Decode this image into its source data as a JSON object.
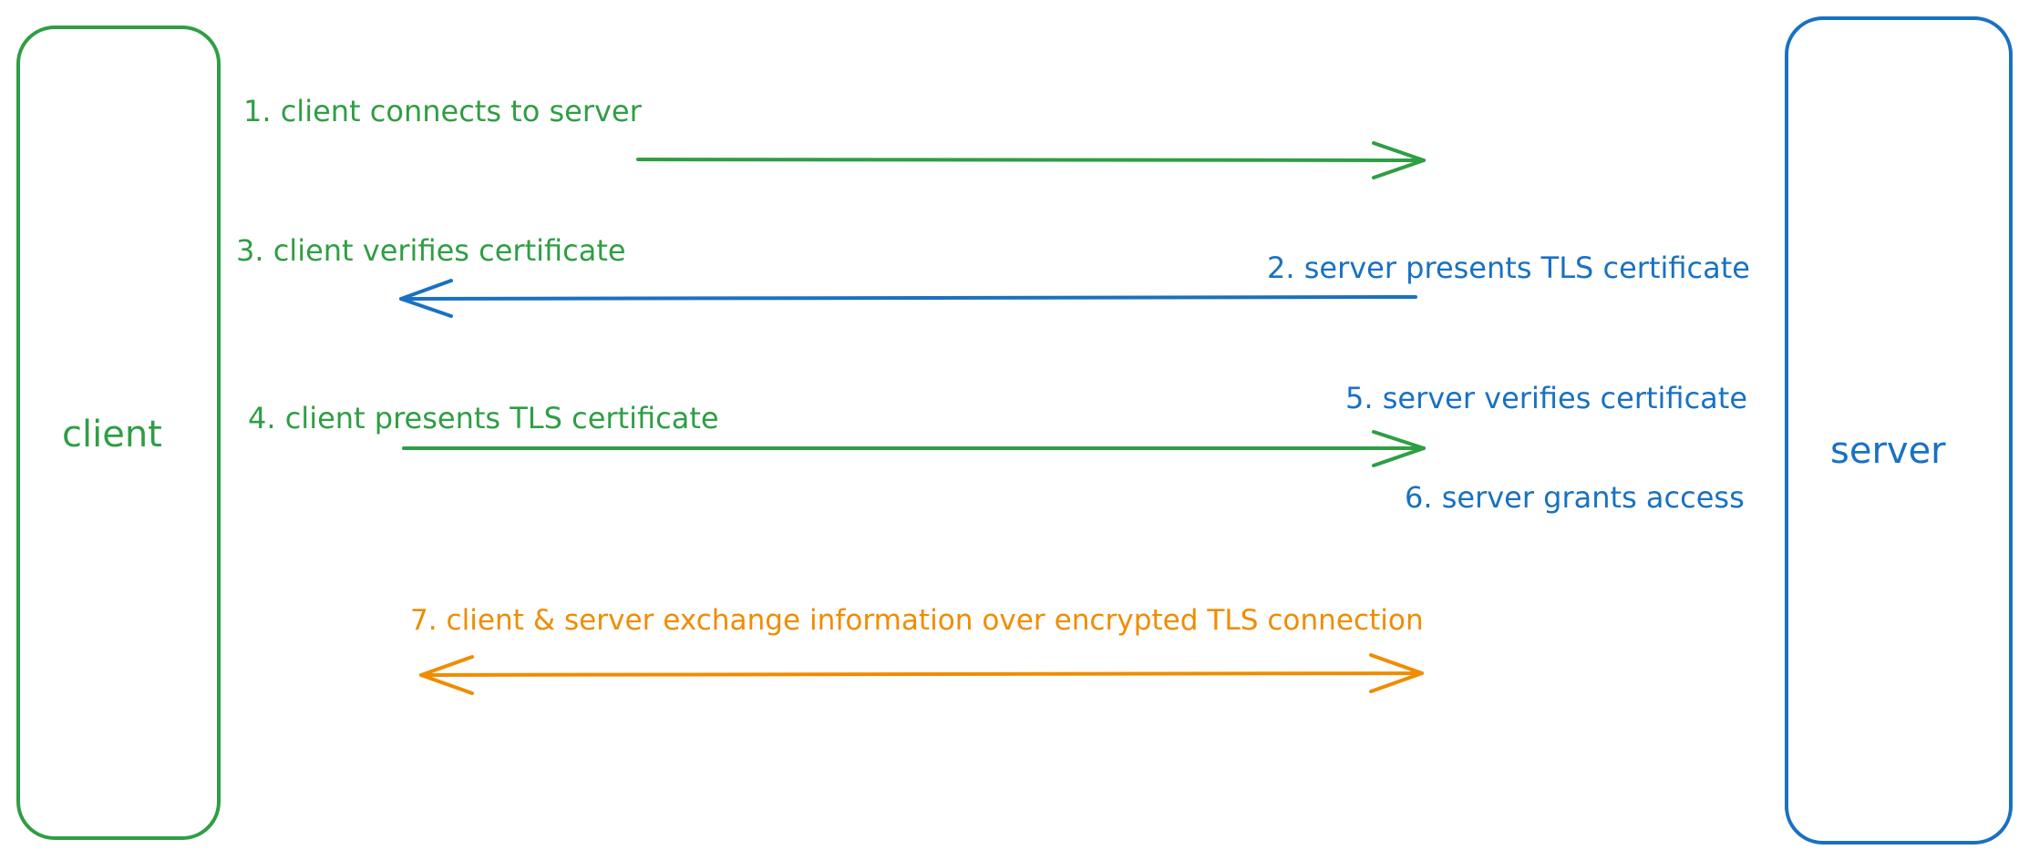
{
  "colors": {
    "client": "#2f9e44",
    "server": "#1971c2",
    "exchange": "#f08c00"
  },
  "actors": {
    "client": "client",
    "server": "server"
  },
  "steps": {
    "s1": "1. client connects to server",
    "s2": "2. server presents TLS certificate",
    "s3": "3. client verifies certificate",
    "s4": "4. client presents TLS certificate",
    "s5": "5. server verifies certificate",
    "s6": "6. server grants access",
    "s7": "7. client & server exchange information over encrypted TLS connection"
  }
}
